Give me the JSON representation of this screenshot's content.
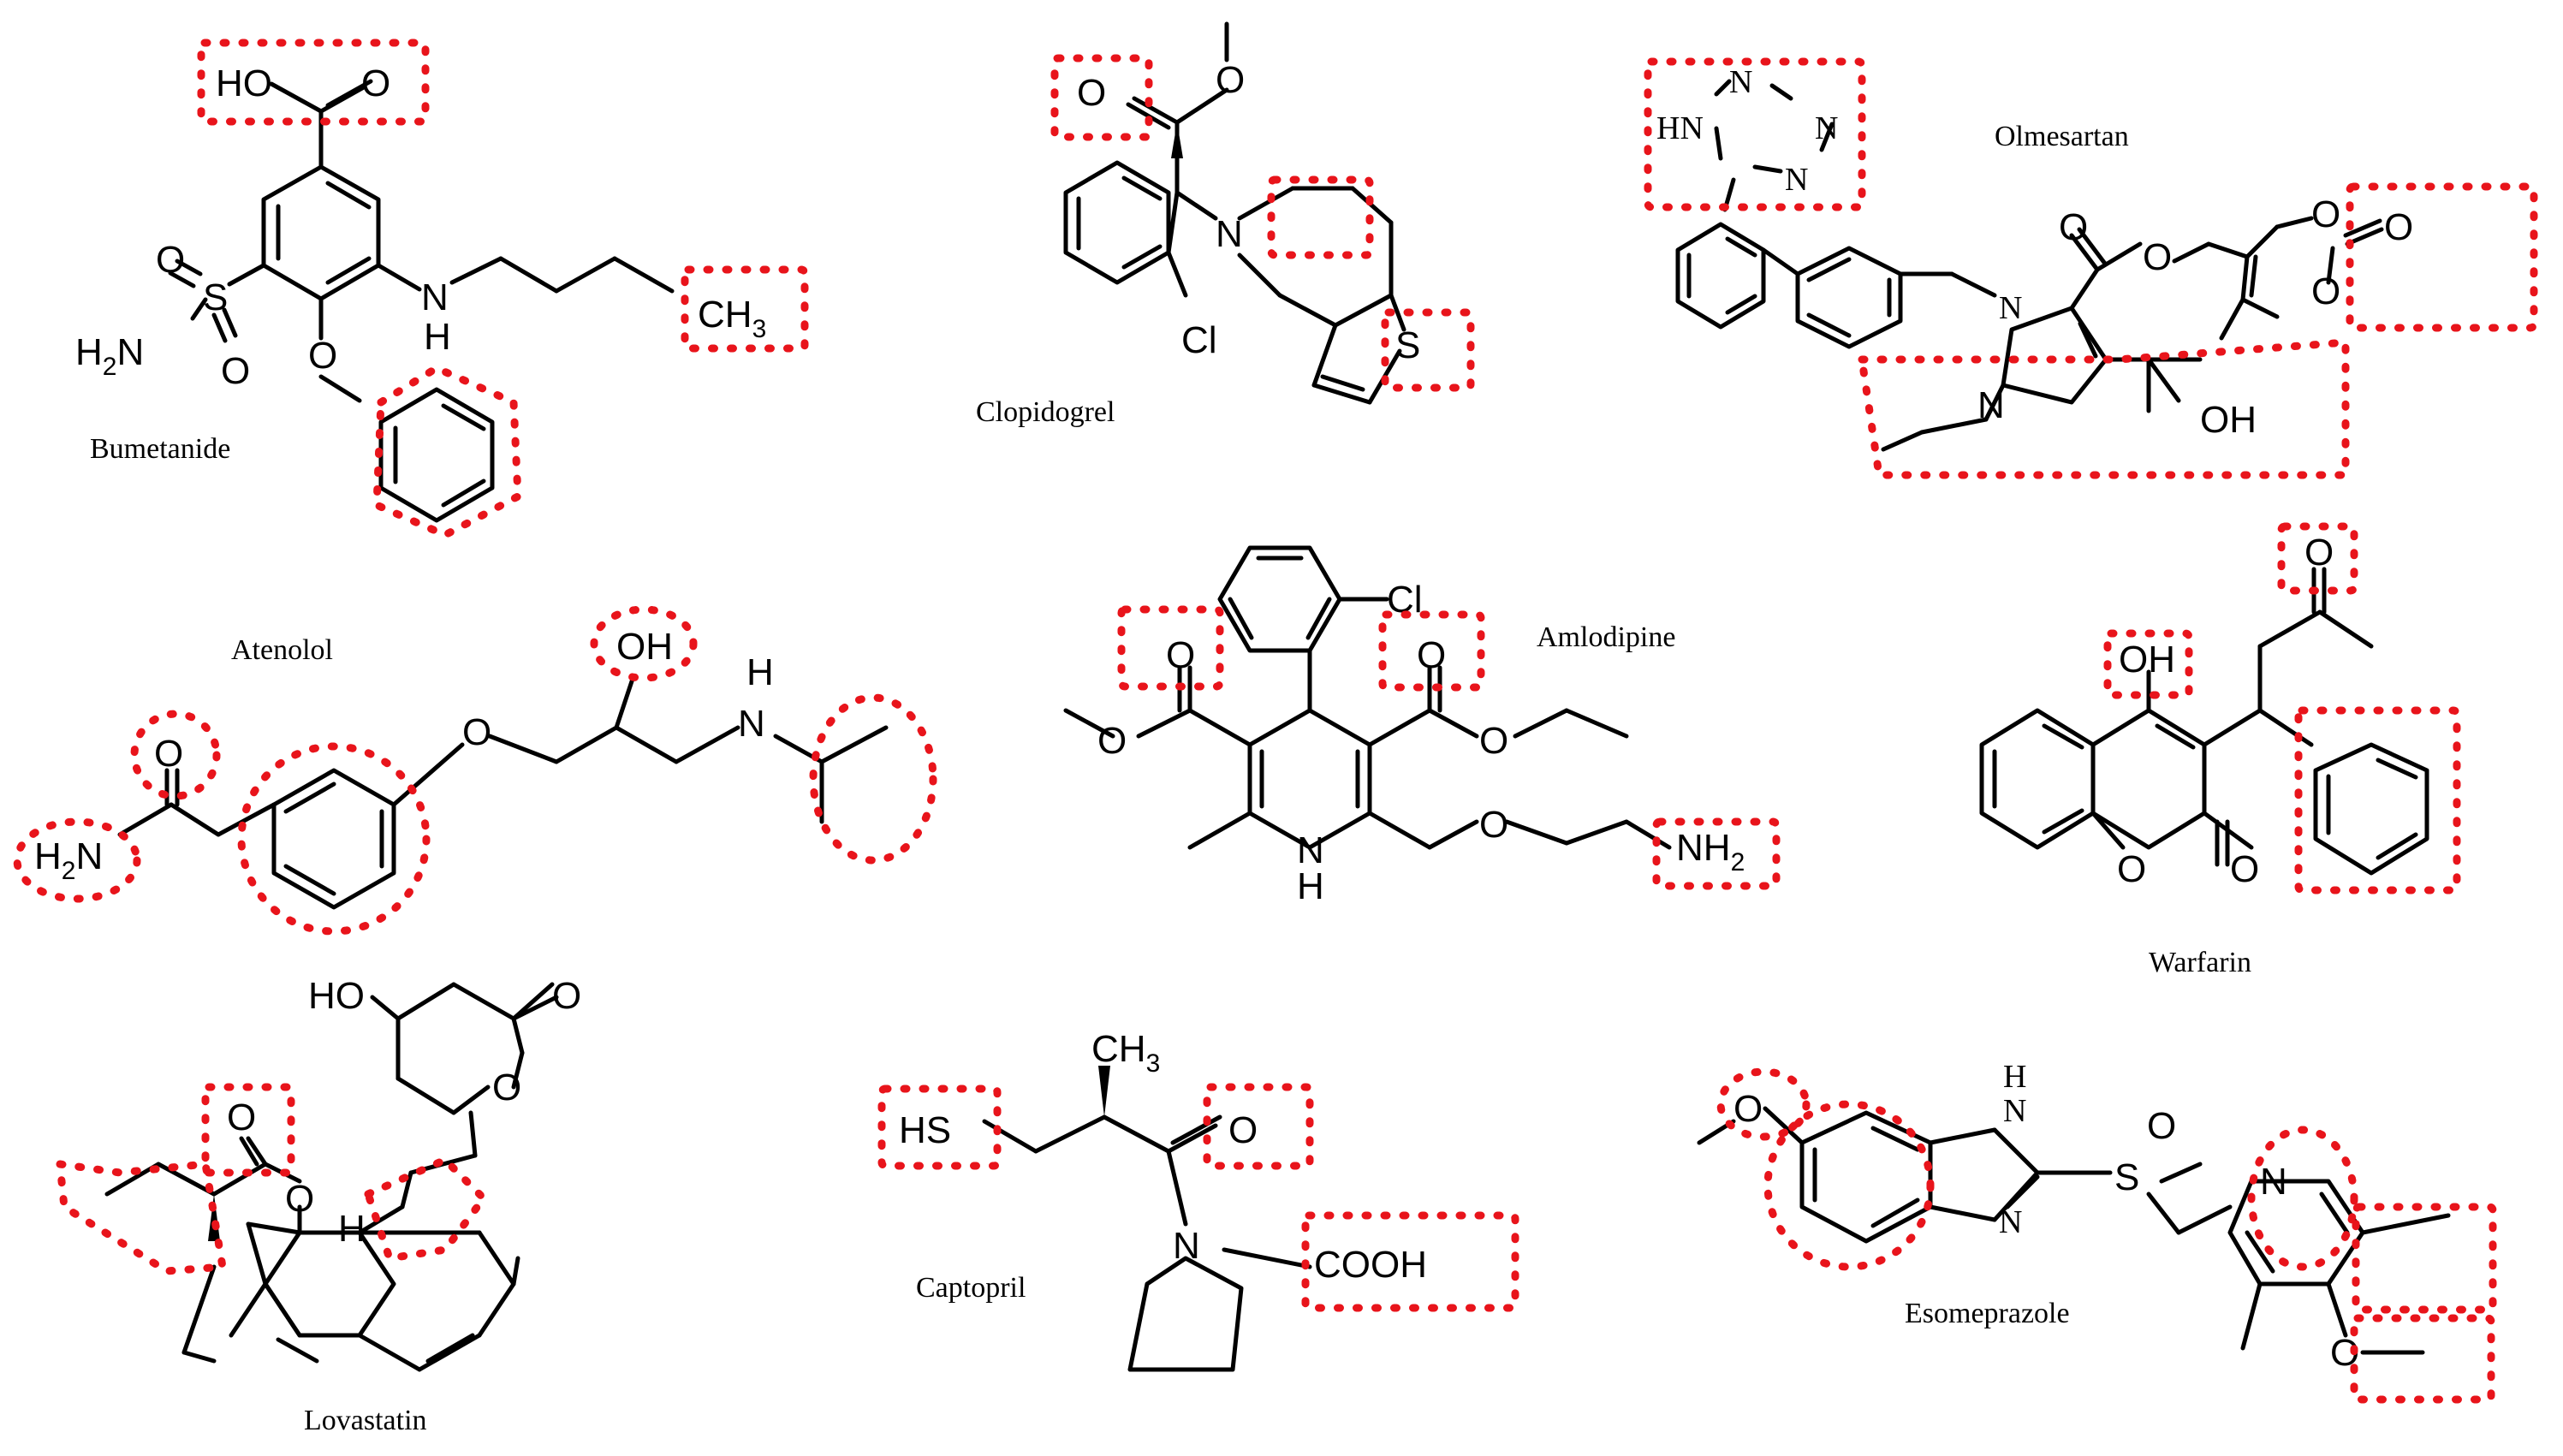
{
  "drugs": {
    "bumetanide": {
      "name": "Bumetanide",
      "atoms": {
        "hooc": "HO",
        "o_carboxyl": "O",
        "s": "S",
        "o1": "O",
        "o2": "O",
        "h2n": "H",
        "n_amide": "N",
        "h2n_sub": "2",
        "n_amine": "N",
        "h_amine": "H",
        "o_ether": "O",
        "ch3": "CH",
        "ch3_sub": "3"
      }
    },
    "clopidogrel": {
      "name": "Clopidogrel",
      "atoms": {
        "o_carbonyl": "O",
        "o_ester": "O",
        "n": "N",
        "cl": "Cl",
        "s": "S"
      }
    },
    "olmesartan": {
      "name": "Olmesartan",
      "atoms": {
        "hn": "HN",
        "n2": "N",
        "n3": "N",
        "n4": "N",
        "n_imid1": "N",
        "n_imid3": "N",
        "o_carbonyl": "O",
        "o_ester": "O",
        "o_ring1": "O",
        "o_ring2": "O",
        "o_exo": "O",
        "oh": "OH"
      }
    },
    "atenolol": {
      "name": "Atenolol",
      "atoms": {
        "o_amide": "O",
        "h2n": "H",
        "h2n_sub": "2",
        "n_amide": "N",
        "o_ether": "O",
        "oh": "OH",
        "n_amine": "N",
        "h_amine": "H"
      }
    },
    "amlodipine": {
      "name": "Amlodipine",
      "atoms": {
        "cl": "Cl",
        "o_c1": "O",
        "o_e1": "O",
        "o_c2": "O",
        "o_e2": "O",
        "n_ring": "N",
        "h_ring": "H",
        "o_chain": "O",
        "nh2": "NH",
        "nh2_sub": "2"
      }
    },
    "warfarin": {
      "name": "Warfarin",
      "atoms": {
        "oh": "OH",
        "o_ketone": "O",
        "o_ring": "O",
        "o_lactone": "O"
      }
    },
    "lovastatin": {
      "name": "Lovastatin",
      "atoms": {
        "ho": "HO",
        "o_lactone_c": "O",
        "o_lactone_r": "O",
        "o_ester_c": "O",
        "o_ester": "O",
        "h": "H"
      }
    },
    "captopril": {
      "name": "Captopril",
      "atoms": {
        "hs": "HS",
        "ch3": "CH",
        "ch3_sub": "3",
        "o": "O",
        "n": "N",
        "cooh": "COOH"
      }
    },
    "esomeprazole": {
      "name": "Esomeprazole",
      "atoms": {
        "o_methoxy1": "O",
        "h": "H",
        "n1": "N",
        "n3": "N",
        "s": "S",
        "o_s": "O",
        "n_pyr": "N",
        "o_methoxy2": "O"
      }
    }
  },
  "highlight_color": "#e8141b"
}
